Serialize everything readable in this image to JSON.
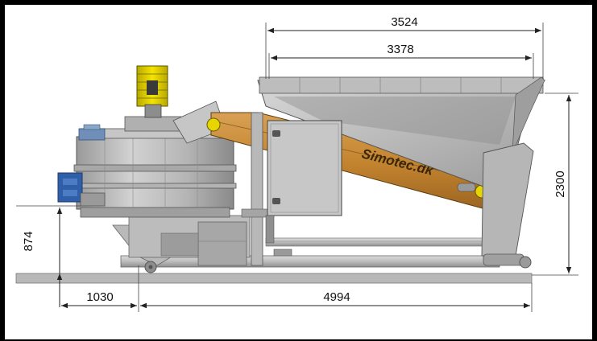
{
  "drawing": {
    "brand_text": "Simotec.dk",
    "dimensions": {
      "top_overall": "3524",
      "top_inner": "3378",
      "height_total": "2300",
      "mixer_height": "874",
      "left_offset": "1030",
      "base_length": "4994"
    }
  },
  "colors": {
    "frame": "#000000",
    "steel_light": "#c9c9c9",
    "steel_mid": "#a9a9a9",
    "steel_dark": "#7c7c7c",
    "conveyor_orange": "#c98a3a",
    "motor_yellow": "#e8d400",
    "gearbox_blue": "#2f5fa8",
    "ground": "#b8b8b8"
  }
}
